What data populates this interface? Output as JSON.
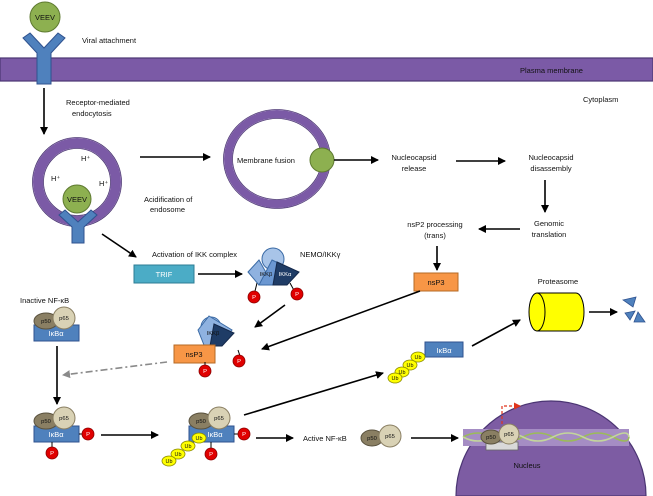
{
  "labels": {
    "veev_top": "VEEV",
    "veev_endo": "VEEV",
    "viral_attachment": "Viral attachment",
    "plasma_membrane": "Plasma membrane",
    "cytoplasm": "Cytoplasm",
    "rme_line1": "Receptor-mediated",
    "rme_line2": "endocytosis",
    "h_plus": "H⁺",
    "acidification_line1": "Acidification of",
    "acidification_line2": "endosome",
    "membrane_fusion": "Membrane fusion",
    "nucleocapsid_release_line1": "Nucleocapsid",
    "nucleocapsid_release_line2": "release",
    "nucleocapsid_disassembly_line1": "Nucleocapsid",
    "nucleocapsid_disassembly_line2": "disassembly",
    "genomic_line1": "Genomic",
    "genomic_line2": "translation",
    "nsp2_line1": "nsP2 processing",
    "nsp2_line2": "(trans)",
    "activation_ikk": "Activation of IKK complex",
    "trif": "TRIF",
    "nemo": "NEMO/IKKγ",
    "ikkb": "IKKβ",
    "ikka": "IKKα",
    "nsp3": "nsP3",
    "inactive_nfkb": "Inactive NF-κB",
    "p50": "p50",
    "p65": "p65",
    "ikba": "IκBα",
    "p": "P",
    "ub": "Ub",
    "proteasome": "Proteasome",
    "active_nfkb": "Active NF-κB",
    "nucleus": "Nucleus"
  },
  "colors": {
    "membrane": "#7b5aa6",
    "membrane_edge": "#4b3573",
    "virus": "#8db050",
    "receptor": "#4f81bd",
    "ikb_box": "#4f81bd",
    "trif": "#4bacc6",
    "nsp3": "#f79646",
    "phospho": "#e00000",
    "ubiquitin": "#ffff00",
    "p50": "#8a7f63",
    "p65": "#d9d2b5",
    "proteasome": "#ffff00",
    "nucleus": "#7d5ca3",
    "dna": "#9bbb59"
  }
}
